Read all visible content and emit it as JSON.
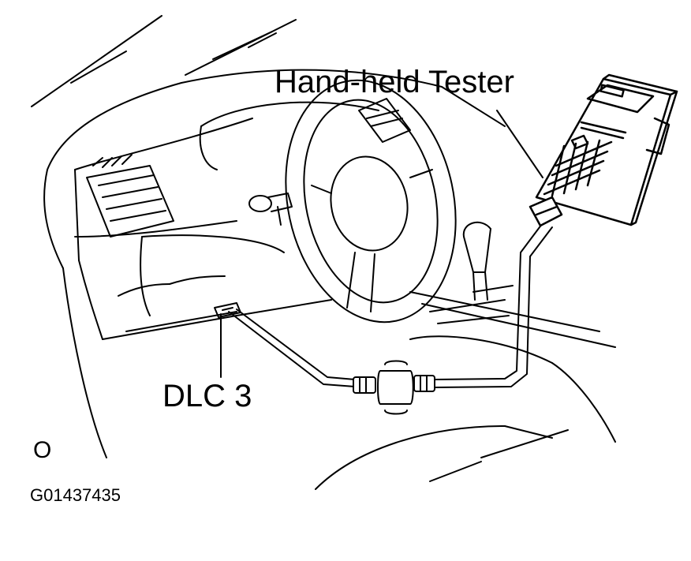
{
  "labels": {
    "tester": "Hand-held Tester",
    "connector": "DLC 3",
    "corner_mark": "O",
    "figure_code": "G01437435"
  },
  "colors": {
    "ink": "#000000",
    "background": "#ffffff"
  }
}
